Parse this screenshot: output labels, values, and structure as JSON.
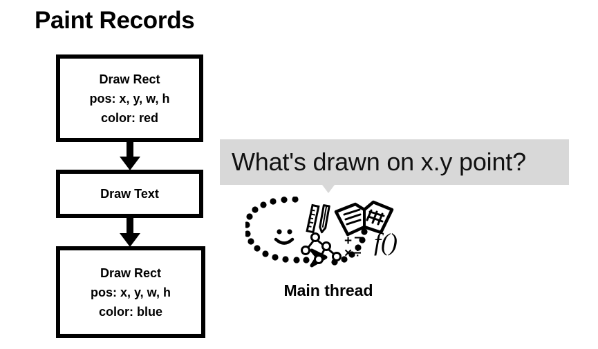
{
  "slide": {
    "title": "Paint Records"
  },
  "flow": {
    "boxes": [
      {
        "id": "box-1",
        "lines": [
          "Draw Rect",
          "pos: x, y, w, h",
          "color: red"
        ]
      },
      {
        "id": "box-2",
        "lines": [
          "Draw Text"
        ]
      },
      {
        "id": "box-3",
        "lines": [
          "Draw Rect",
          "pos: x, y, w, h",
          "color: blue"
        ]
      }
    ],
    "arrows": [
      "down-arrow",
      "down-arrow"
    ]
  },
  "question": {
    "bubble_text": "What's drawn on x.y point?",
    "bubble_color": "#d8d8d8"
  },
  "thinker": {
    "label": "Main thread",
    "icons": [
      "smiley-face",
      "ruler",
      "pencil",
      "open-book",
      "tree-diagram",
      "math-operators",
      "function-notation"
    ],
    "function_glyph": "f()",
    "math_glyphs": [
      "+",
      "−",
      "×",
      "÷"
    ]
  },
  "colors": {
    "background": "#ffffff",
    "ink": "#000000",
    "bubble": "#d8d8d8"
  }
}
